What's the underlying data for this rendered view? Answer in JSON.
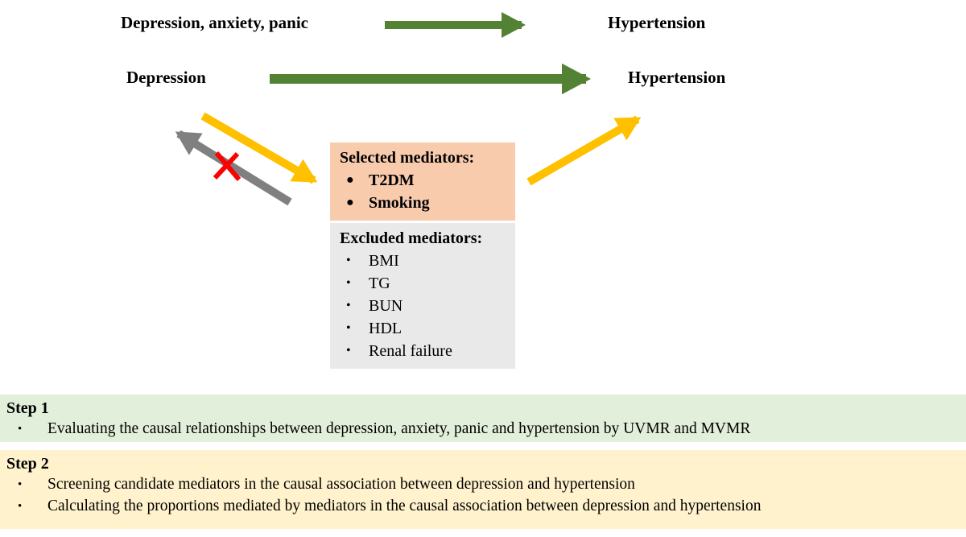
{
  "colors": {
    "green": "#548235",
    "yellow": "#FFC000",
    "gray": "#808080",
    "red": "#FF0000",
    "selected_box_bg": "#F8CBAD",
    "excluded_box_bg": "#E9E9E9",
    "step1_bg": "#E2EFDA",
    "step2_bg": "#FFF2CC"
  },
  "diagram": {
    "top_left_label": "Depression, anxiety, panic",
    "top_right_label": "Hypertension",
    "mid_left_label": "Depression",
    "mid_right_label": "Hypertension",
    "selected_mediators": {
      "title": "Selected mediators:",
      "items": [
        "T2DM",
        "Smoking"
      ]
    },
    "excluded_mediators": {
      "title": "Excluded mediators:",
      "items": [
        "BMI",
        "TG",
        "BUN",
        "HDL",
        "Renal failure"
      ]
    }
  },
  "steps": [
    {
      "title": "Step 1",
      "bullets": [
        "Evaluating the causal relationships between depression, anxiety, panic and hypertension by UVMR and MVMR"
      ]
    },
    {
      "title": "Step 2",
      "bullets": [
        "Screening candidate mediators in the causal association between depression and hypertension",
        "Calculating the proportions mediated by mediators in the causal association between depression and hypertension"
      ]
    }
  ]
}
